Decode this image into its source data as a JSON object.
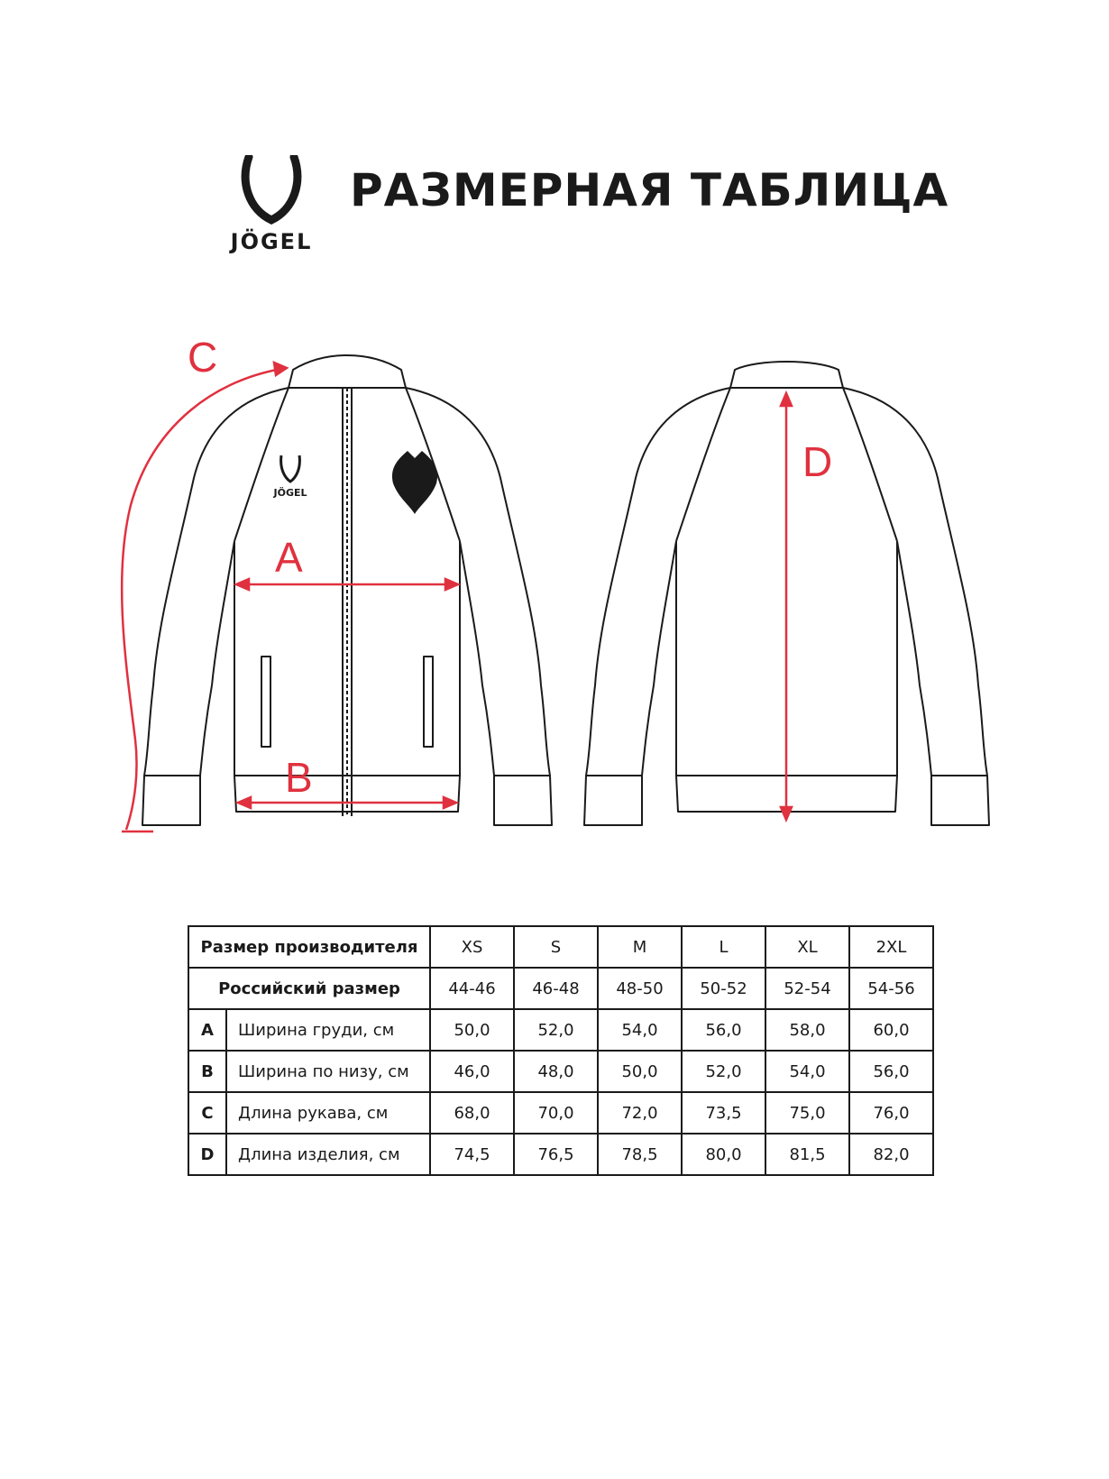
{
  "header": {
    "brand": "JÖGEL",
    "title": "РАЗМЕРНАЯ ТАБЛИЦА"
  },
  "diagram": {
    "front_brand": "JÖGEL",
    "labels": {
      "a": "A",
      "b": "B",
      "c": "C",
      "d": "D"
    },
    "accent_color": "#e0313f",
    "line_color": "#1a1a1a"
  },
  "table": {
    "manufacturer_size_label": "Размер производителя",
    "manufacturer_sizes": [
      "XS",
      "S",
      "M",
      "L",
      "XL",
      "2XL"
    ],
    "russian_size_label": "Российский размер",
    "russian_sizes": [
      "44-46",
      "46-48",
      "48-50",
      "50-52",
      "52-54",
      "54-56"
    ],
    "rows": [
      {
        "letter": "A",
        "label": "Ширина груди, см",
        "values": [
          "50,0",
          "52,0",
          "54,0",
          "56,0",
          "58,0",
          "60,0"
        ]
      },
      {
        "letter": "B",
        "label": "Ширина по низу, см",
        "values": [
          "46,0",
          "48,0",
          "50,0",
          "52,0",
          "54,0",
          "56,0"
        ]
      },
      {
        "letter": "C",
        "label": "Длина рукава, см",
        "values": [
          "68,0",
          "70,0",
          "72,0",
          "73,5",
          "75,0",
          "76,0"
        ]
      },
      {
        "letter": "D",
        "label": "Длина изделия, см",
        "values": [
          "74,5",
          "76,5",
          "78,5",
          "80,0",
          "81,5",
          "82,0"
        ]
      }
    ]
  }
}
